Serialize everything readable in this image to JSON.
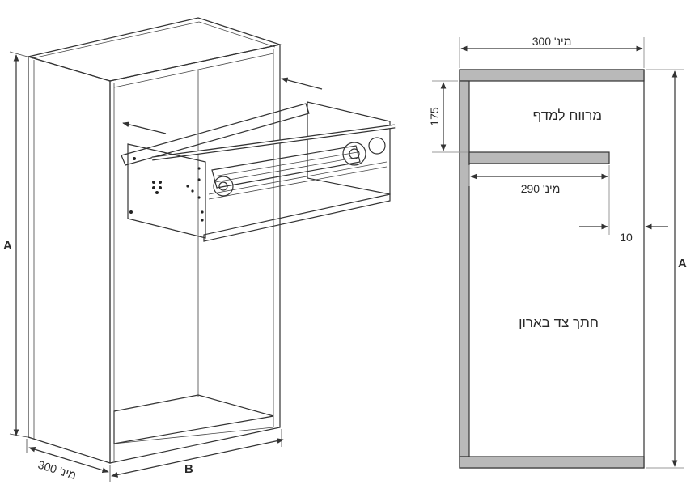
{
  "left_view": {
    "height_label": "A",
    "width_label": "B",
    "depth_label": "מינ' 300"
  },
  "right_view": {
    "top_width_label": "מינ' 300",
    "gap_label": "175",
    "shelf_width_label": "מינ' 290",
    "offset_label": "10",
    "height_label": "A",
    "shelf_gap_text": "מרווח למדף",
    "section_text": "חתך צד בארון"
  },
  "colors": {
    "panel_gray": "#b9b9b9",
    "line": "#333333"
  }
}
